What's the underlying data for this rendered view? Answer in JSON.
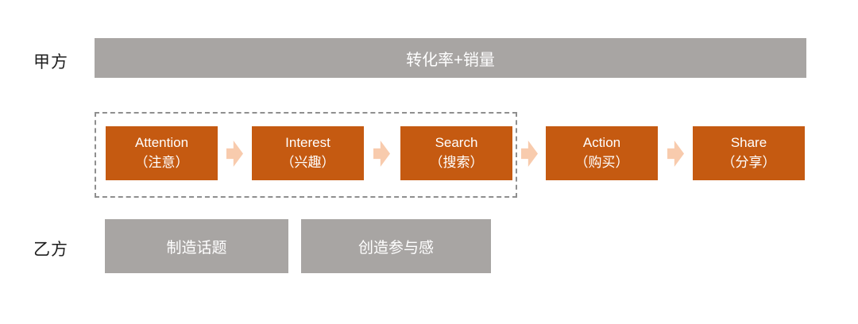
{
  "diagram": {
    "title_semantic": "AISAS funnel diagram with party A goal bar and party B activity boxes",
    "colors": {
      "stage_box": "#c55a11",
      "arrow": "#f8cbad",
      "gray_bar": "#a8a5a3",
      "dashed_border": "#8f8f8f",
      "label_text": "#1f1f1f",
      "box_text": "#ffffff"
    },
    "party_a": {
      "label": "甲方",
      "bar_text": "转化率+销量"
    },
    "funnel": {
      "stages": [
        {
          "en": "Attention",
          "zh": "（注意）"
        },
        {
          "en": "Interest",
          "zh": "（兴趣）"
        },
        {
          "en": "Search",
          "zh": "（搜索）"
        },
        {
          "en": "Action",
          "zh": "（购买）"
        },
        {
          "en": "Share",
          "zh": "（分享）"
        }
      ],
      "arrow_icon": "right-block-arrow",
      "dashed_group_contains": [
        "Attention",
        "Interest",
        "Search"
      ]
    },
    "party_b": {
      "label": "乙方",
      "boxes": [
        "制造话题",
        "创造参与感"
      ]
    }
  }
}
